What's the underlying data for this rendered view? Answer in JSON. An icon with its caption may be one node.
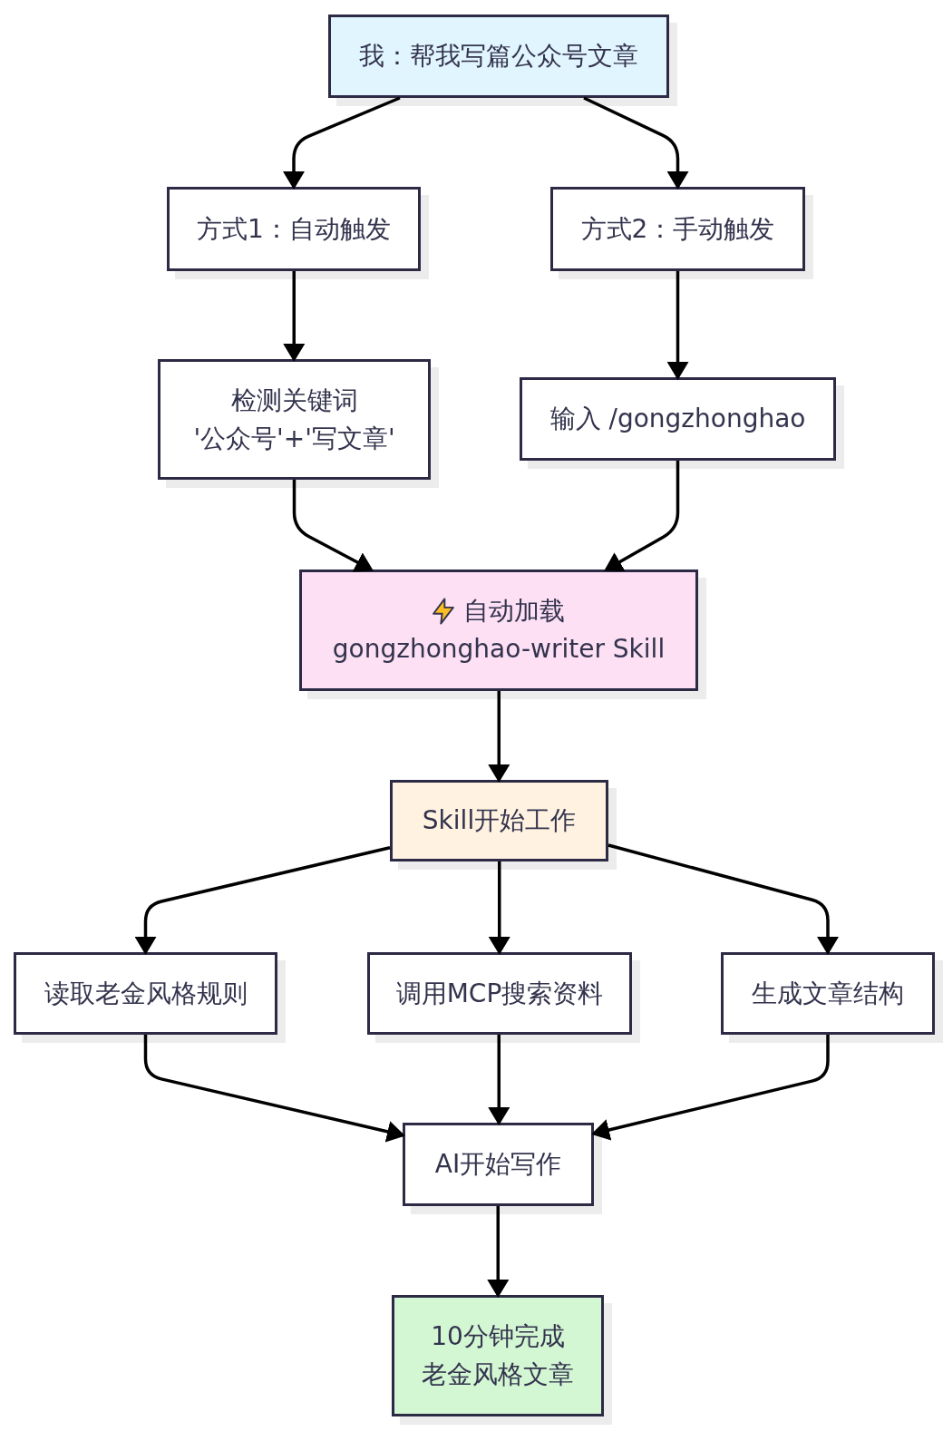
{
  "diagram": {
    "nodes": [
      {
        "text": [
          "我：帮我写篇公众号文章"
        ]
      },
      {
        "text": [
          "方式1：自动触发"
        ]
      },
      {
        "text": [
          "方式2：手动触发"
        ]
      },
      {
        "text": [
          "检测关键词 '公众号'+'写文章'"
        ]
      },
      {
        "text": [
          "输入 /gongzhonghao"
        ]
      },
      {
        "text": [
          "自动加载",
          "gongzhonghao-writer Skill"
        ]
      },
      {
        "text": [
          "Skill开始工作"
        ]
      },
      {
        "text": [
          "读取老金风格规则"
        ]
      },
      {
        "text": [
          "调用MCP搜索资料"
        ]
      },
      {
        "text": [
          "生成文章结构"
        ]
      },
      {
        "text": [
          "AI开始写作"
        ]
      },
      {
        "text": [
          "10分钟完成老金风格文章"
        ]
      }
    ],
    "edges": [
      {
        "from": 0,
        "to": 1,
        "arrow": "to"
      },
      {
        "from": 0,
        "to": 2,
        "arrow": "to"
      },
      {
        "from": 1,
        "to": 3,
        "arrow": "to"
      },
      {
        "from": 2,
        "to": 4,
        "arrow": "to"
      },
      {
        "from": 3,
        "to": 5,
        "arrow": "to"
      },
      {
        "from": 4,
        "to": 5,
        "arrow": "to"
      },
      {
        "from": 5,
        "to": 6,
        "arrow": "to"
      },
      {
        "from": 6,
        "to": 7,
        "arrow": "to"
      },
      {
        "from": 6,
        "to": 8,
        "arrow": "to"
      },
      {
        "from": 6,
        "to": 9,
        "arrow": "to"
      },
      {
        "from": 7,
        "to": 10,
        "arrow": "to"
      },
      {
        "from": 8,
        "to": 10,
        "arrow": "to"
      },
      {
        "from": 9,
        "to": 10,
        "arrow": "to"
      },
      {
        "from": 10,
        "to": 11,
        "arrow": "to"
      }
    ]
  }
}
